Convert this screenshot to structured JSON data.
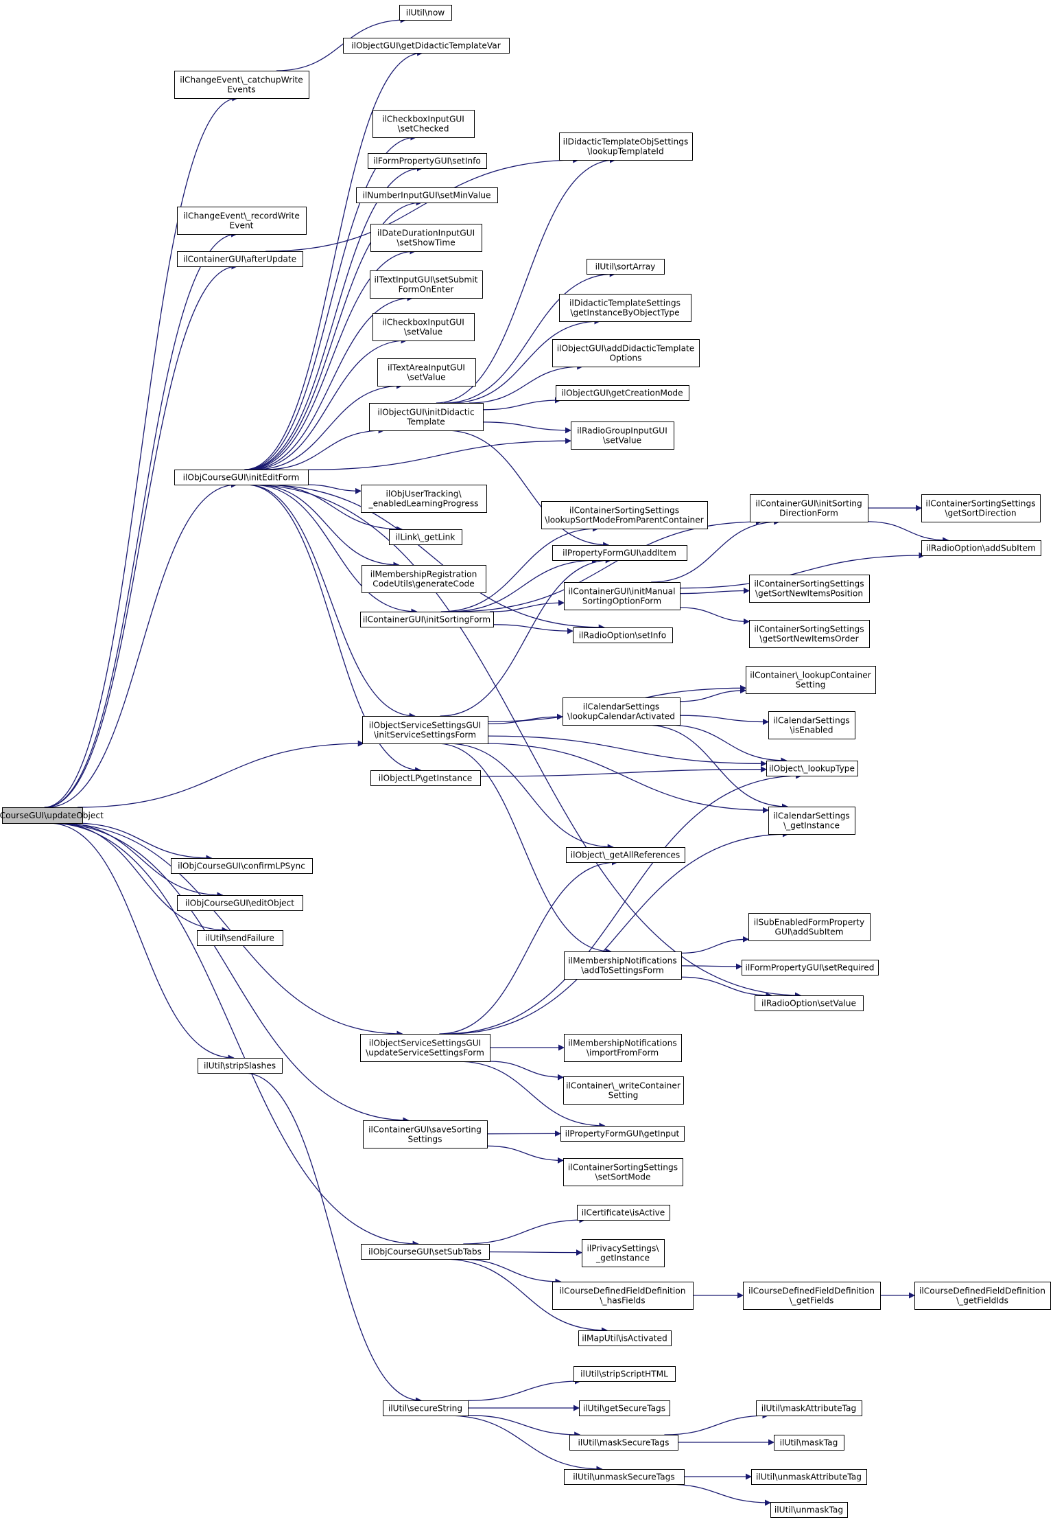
{
  "diagram": {
    "colors": {
      "edge": "#191970",
      "node_fill": "#ffffff",
      "root_fill": "#bfbfbf",
      "border": "#000000"
    },
    "nodes": [
      {
        "id": "root",
        "lines": [
          "ilObjCourseGUI\\updateObject"
        ]
      },
      {
        "id": "n_now",
        "lines": [
          "ilUtil\\now"
        ]
      },
      {
        "id": "n_getDid",
        "lines": [
          "ilObjectGUI\\getDidacticTemplateVar"
        ]
      },
      {
        "id": "n_catchup",
        "lines": [
          "ilChangeEvent\\_catchupWrite",
          "Events"
        ]
      },
      {
        "id": "n_cbChecked",
        "lines": [
          "ilCheckboxInputGUI",
          "\\setChecked"
        ]
      },
      {
        "id": "n_lookupTpl",
        "lines": [
          "ilDidacticTemplateObjSettings",
          "\\lookupTemplateId"
        ]
      },
      {
        "id": "n_setInfo",
        "lines": [
          "ilFormPropertyGUI\\setInfo"
        ]
      },
      {
        "id": "n_minValue",
        "lines": [
          "ilNumberInputGUI\\setMinValue"
        ]
      },
      {
        "id": "n_record",
        "lines": [
          "ilChangeEvent\\_recordWrite",
          "Event"
        ]
      },
      {
        "id": "n_dateDur",
        "lines": [
          "ilDateDurationInputGUI",
          "\\setShowTime"
        ]
      },
      {
        "id": "n_afterUpd",
        "lines": [
          "ilContainerGUI\\afterUpdate"
        ]
      },
      {
        "id": "n_sortArr",
        "lines": [
          "ilUtil\\sortArray"
        ]
      },
      {
        "id": "n_textSubmit",
        "lines": [
          "ilTextInputGUI\\setSubmit",
          "FormOnEnter"
        ]
      },
      {
        "id": "n_didInst",
        "lines": [
          "ilDidacticTemplateSettings",
          "\\getInstanceByObjectType"
        ]
      },
      {
        "id": "n_cbValue",
        "lines": [
          "ilCheckboxInputGUI",
          "\\setValue"
        ]
      },
      {
        "id": "n_addDidOpt",
        "lines": [
          "ilObjectGUI\\addDidacticTemplate",
          "Options"
        ]
      },
      {
        "id": "n_taValue",
        "lines": [
          "ilTextAreaInputGUI",
          "\\setValue"
        ]
      },
      {
        "id": "n_creMode",
        "lines": [
          "ilObjectGUI\\getCreationMode"
        ]
      },
      {
        "id": "n_initDid",
        "lines": [
          "ilObjectGUI\\initDidactic",
          "Template"
        ]
      },
      {
        "id": "n_rgValue",
        "lines": [
          "ilRadioGroupInputGUI",
          "\\setValue"
        ]
      },
      {
        "id": "n_initEdit",
        "lines": [
          "ilObjCourseGUI\\initEditForm"
        ]
      },
      {
        "id": "n_userTrack",
        "lines": [
          "ilObjUserTracking\\",
          "_enabledLearningProgress"
        ]
      },
      {
        "id": "n_initSortDir",
        "lines": [
          "ilContainerGUI\\initSorting",
          "DirectionForm"
        ]
      },
      {
        "id": "n_getSortDir",
        "lines": [
          "ilContainerSortingSettings",
          "\\getSortDirection"
        ]
      },
      {
        "id": "n_lookupSortMode",
        "lines": [
          "ilContainerSortingSettings",
          "\\lookupSortModeFromParentContainer"
        ]
      },
      {
        "id": "n_getLink",
        "lines": [
          "ilLink\\_getLink"
        ]
      },
      {
        "id": "n_addItem",
        "lines": [
          "ilPropertyFormGUI\\addItem"
        ]
      },
      {
        "id": "n_roAddSub",
        "lines": [
          "ilRadioOption\\addSubItem"
        ]
      },
      {
        "id": "n_memReg",
        "lines": [
          "ilMembershipRegistration",
          "CodeUtils\\generateCode"
        ]
      },
      {
        "id": "n_initManual",
        "lines": [
          "ilContainerGUI\\initManual",
          "SortingOptionForm"
        ]
      },
      {
        "id": "n_newPos",
        "lines": [
          "ilContainerSortingSettings",
          "\\getSortNewItemsPosition"
        ]
      },
      {
        "id": "n_initSortForm",
        "lines": [
          "ilContainerGUI\\initSortingForm"
        ]
      },
      {
        "id": "n_roSetInfo",
        "lines": [
          "ilRadioOption\\setInfo"
        ]
      },
      {
        "id": "n_newOrder",
        "lines": [
          "ilContainerSortingSettings",
          "\\getSortNewItemsOrder"
        ]
      },
      {
        "id": "n_lookupCont",
        "lines": [
          "ilContainer\\_lookupContainer",
          "Setting"
        ]
      },
      {
        "id": "n_calLookup",
        "lines": [
          "ilCalendarSettings",
          "\\lookupCalendarActivated"
        ]
      },
      {
        "id": "n_initSvc",
        "lines": [
          "ilObjectServiceSettingsGUI",
          "\\initServiceSettingsForm"
        ]
      },
      {
        "id": "n_calEnabled",
        "lines": [
          "ilCalendarSettings",
          "\\isEnabled"
        ]
      },
      {
        "id": "n_lpInst",
        "lines": [
          "ilObjectLP\\getInstance"
        ]
      },
      {
        "id": "n_lookupType",
        "lines": [
          "ilObject\\_lookupType"
        ]
      },
      {
        "id": "n_calInst",
        "lines": [
          "ilCalendarSettings",
          "\\_getInstance"
        ]
      },
      {
        "id": "n_confirmLP",
        "lines": [
          "ilObjCourseGUI\\confirmLPSync"
        ]
      },
      {
        "id": "n_allRefs",
        "lines": [
          "ilObject\\_getAllReferences"
        ]
      },
      {
        "id": "n_editObj",
        "lines": [
          "ilObjCourseGUI\\editObject"
        ]
      },
      {
        "id": "n_sendFail",
        "lines": [
          "ilUtil\\sendFailure"
        ]
      },
      {
        "id": "n_subEnabled",
        "lines": [
          "ilSubEnabledFormProperty",
          "GUI\\addSubItem"
        ]
      },
      {
        "id": "n_memNotif",
        "lines": [
          "ilMembershipNotifications",
          "\\addToSettingsForm"
        ]
      },
      {
        "id": "n_setReq",
        "lines": [
          "ilFormPropertyGUI\\setRequired"
        ]
      },
      {
        "id": "n_roSetValue",
        "lines": [
          "ilRadioOption\\setValue"
        ]
      },
      {
        "id": "n_updSvc",
        "lines": [
          "ilObjectServiceSettingsGUI",
          "\\updateServiceSettingsForm"
        ]
      },
      {
        "id": "n_memImport",
        "lines": [
          "ilMembershipNotifications",
          "\\importFromForm"
        ]
      },
      {
        "id": "n_strip",
        "lines": [
          "ilUtil\\stripSlashes"
        ]
      },
      {
        "id": "n_writeCont",
        "lines": [
          "ilContainer\\_writeContainer",
          "Setting"
        ]
      },
      {
        "id": "n_saveSort",
        "lines": [
          "ilContainerGUI\\saveSorting",
          "Settings"
        ]
      },
      {
        "id": "n_getInput",
        "lines": [
          "ilPropertyFormGUI\\getInput"
        ]
      },
      {
        "id": "n_setSortMode",
        "lines": [
          "ilContainerSortingSettings",
          "\\setSortMode"
        ]
      },
      {
        "id": "n_certActive",
        "lines": [
          "ilCertificate\\isActive"
        ]
      },
      {
        "id": "n_setSubTabs",
        "lines": [
          "ilObjCourseGUI\\setSubTabs"
        ]
      },
      {
        "id": "n_privInst",
        "lines": [
          "ilPrivacySettings\\",
          "_getInstance"
        ]
      },
      {
        "id": "n_hasFields",
        "lines": [
          "ilCourseDefinedFieldDefinition",
          "\\_hasFields"
        ]
      },
      {
        "id": "n_getFields",
        "lines": [
          "ilCourseDefinedFieldDefinition",
          "\\_getFields"
        ]
      },
      {
        "id": "n_getFieldIds",
        "lines": [
          "ilCourseDefinedFieldDefinition",
          "\\_getFieldIds"
        ]
      },
      {
        "id": "n_mapActive",
        "lines": [
          "ilMapUtil\\isActivated"
        ]
      },
      {
        "id": "n_stripScript",
        "lines": [
          "ilUtil\\stripScriptHTML"
        ]
      },
      {
        "id": "n_secure",
        "lines": [
          "ilUtil\\secureString"
        ]
      },
      {
        "id": "n_secTags",
        "lines": [
          "ilUtil\\getSecureTags"
        ]
      },
      {
        "id": "n_maskAttr",
        "lines": [
          "ilUtil\\maskAttributeTag"
        ]
      },
      {
        "id": "n_maskSecure",
        "lines": [
          "ilUtil\\maskSecureTags"
        ]
      },
      {
        "id": "n_maskTag",
        "lines": [
          "ilUtil\\maskTag"
        ]
      },
      {
        "id": "n_unmaskSecure",
        "lines": [
          "ilUtil\\unmaskSecureTags"
        ]
      },
      {
        "id": "n_unmaskAttr",
        "lines": [
          "ilUtil\\unmaskAttributeTag"
        ]
      },
      {
        "id": "n_unmaskTag",
        "lines": [
          "ilUtil\\unmaskTag"
        ]
      }
    ],
    "edges": [
      [
        "root",
        "n_catchup"
      ],
      [
        "root",
        "n_record"
      ],
      [
        "root",
        "n_afterUpd"
      ],
      [
        "root",
        "n_initEdit"
      ],
      [
        "root",
        "n_initSvc"
      ],
      [
        "root",
        "n_confirmLP"
      ],
      [
        "root",
        "n_editObj"
      ],
      [
        "root",
        "n_sendFail"
      ],
      [
        "root",
        "n_updSvc"
      ],
      [
        "root",
        "n_strip"
      ],
      [
        "root",
        "n_saveSort"
      ],
      [
        "root",
        "n_setSubTabs"
      ],
      [
        "n_catchup",
        "n_now"
      ],
      [
        "n_afterUpd",
        "n_lookupTpl"
      ],
      [
        "n_initEdit",
        "n_getDid"
      ],
      [
        "n_initEdit",
        "n_cbChecked"
      ],
      [
        "n_initEdit",
        "n_setInfo"
      ],
      [
        "n_initEdit",
        "n_minValue"
      ],
      [
        "n_initEdit",
        "n_dateDur"
      ],
      [
        "n_initEdit",
        "n_textSubmit"
      ],
      [
        "n_initEdit",
        "n_cbValue"
      ],
      [
        "n_initEdit",
        "n_taValue"
      ],
      [
        "n_initEdit",
        "n_initDid"
      ],
      [
        "n_initEdit",
        "n_rgValue"
      ],
      [
        "n_initEdit",
        "n_userTrack"
      ],
      [
        "n_initEdit",
        "n_getLink"
      ],
      [
        "n_initEdit",
        "n_memReg"
      ],
      [
        "n_initEdit",
        "n_initSortForm"
      ],
      [
        "n_initEdit",
        "n_roSetInfo"
      ],
      [
        "n_initEdit",
        "n_initSvc"
      ],
      [
        "n_initEdit",
        "n_lpInst"
      ],
      [
        "n_initEdit",
        "n_roSetValue"
      ],
      [
        "n_initDid",
        "n_lookupTpl"
      ],
      [
        "n_initDid",
        "n_sortArr"
      ],
      [
        "n_initDid",
        "n_didInst"
      ],
      [
        "n_initDid",
        "n_addDidOpt"
      ],
      [
        "n_initDid",
        "n_creMode"
      ],
      [
        "n_initDid",
        "n_rgValue"
      ],
      [
        "n_initDid",
        "n_addItem"
      ],
      [
        "n_initSortForm",
        "n_initSortDir"
      ],
      [
        "n_initSortForm",
        "n_lookupSortMode"
      ],
      [
        "n_initSortForm",
        "n_addItem"
      ],
      [
        "n_initSortForm",
        "n_initManual"
      ],
      [
        "n_initSortForm",
        "n_roSetInfo"
      ],
      [
        "n_initSortDir",
        "n_getSortDir"
      ],
      [
        "n_initSortDir",
        "n_roAddSub"
      ],
      [
        "n_initManual",
        "n_initSortDir"
      ],
      [
        "n_initManual",
        "n_roAddSub"
      ],
      [
        "n_initManual",
        "n_newPos"
      ],
      [
        "n_initManual",
        "n_newOrder"
      ],
      [
        "n_initSvc",
        "n_addItem"
      ],
      [
        "n_initSvc",
        "n_lookupCont"
      ],
      [
        "n_initSvc",
        "n_calLookup"
      ],
      [
        "n_initSvc",
        "n_lookupType"
      ],
      [
        "n_initSvc",
        "n_calInst"
      ],
      [
        "n_initSvc",
        "n_allRefs"
      ],
      [
        "n_initSvc",
        "n_memNotif"
      ],
      [
        "n_calLookup",
        "n_lookupCont"
      ],
      [
        "n_calLookup",
        "n_calEnabled"
      ],
      [
        "n_calLookup",
        "n_lookupType"
      ],
      [
        "n_calLookup",
        "n_calInst"
      ],
      [
        "n_lpInst",
        "n_lookupType"
      ],
      [
        "n_memNotif",
        "n_subEnabled"
      ],
      [
        "n_memNotif",
        "n_setReq"
      ],
      [
        "n_memNotif",
        "n_roSetValue"
      ],
      [
        "n_updSvc",
        "n_allRefs"
      ],
      [
        "n_updSvc",
        "n_lookupType"
      ],
      [
        "n_updSvc",
        "n_calInst"
      ],
      [
        "n_updSvc",
        "n_memImport"
      ],
      [
        "n_updSvc",
        "n_writeCont"
      ],
      [
        "n_updSvc",
        "n_getInput"
      ],
      [
        "n_saveSort",
        "n_getInput"
      ],
      [
        "n_saveSort",
        "n_setSortMode"
      ],
      [
        "n_setSubTabs",
        "n_certActive"
      ],
      [
        "n_setSubTabs",
        "n_privInst"
      ],
      [
        "n_setSubTabs",
        "n_hasFields"
      ],
      [
        "n_setSubTabs",
        "n_mapActive"
      ],
      [
        "n_hasFields",
        "n_getFields"
      ],
      [
        "n_getFields",
        "n_getFieldIds"
      ],
      [
        "n_strip",
        "n_secure"
      ],
      [
        "n_secure",
        "n_stripScript"
      ],
      [
        "n_secure",
        "n_secTags"
      ],
      [
        "n_secure",
        "n_maskSecure"
      ],
      [
        "n_secure",
        "n_unmaskSecure"
      ],
      [
        "n_maskSecure",
        "n_maskAttr"
      ],
      [
        "n_maskSecure",
        "n_maskTag"
      ],
      [
        "n_unmaskSecure",
        "n_unmaskAttr"
      ],
      [
        "n_unmaskSecure",
        "n_unmaskTag"
      ]
    ]
  }
}
